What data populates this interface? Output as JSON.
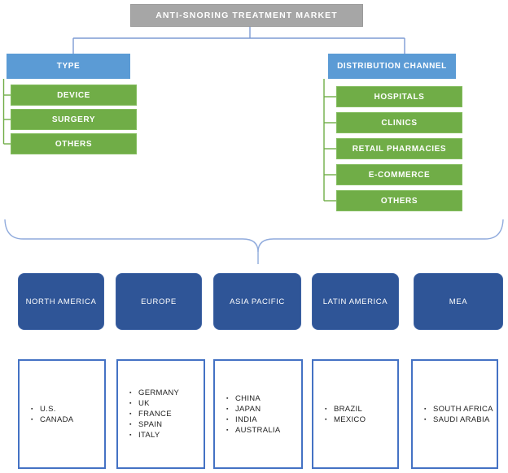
{
  "diagram": {
    "title": "ANTI-SNORING TREATMENT MARKET",
    "segments": [
      {
        "label": "TYPE",
        "items": [
          "DEVICE",
          "SURGERY",
          "OTHERS"
        ]
      },
      {
        "label": "DISTRIBUTION CHANNEL",
        "items": [
          "HOSPITALS",
          "CLINICS",
          "RETAIL PHARMACIES",
          "E-COMMERCE",
          "OTHERS"
        ]
      }
    ],
    "regions": [
      {
        "label": "NORTH AMERICA",
        "countries": [
          "U.S.",
          "CANADA"
        ]
      },
      {
        "label": "EUROPE",
        "countries": [
          "GERMANY",
          "UK",
          "FRANCE",
          "SPAIN",
          "ITALY"
        ]
      },
      {
        "label": "ASIA PACIFIC",
        "countries": [
          "CHINA",
          "JAPAN",
          "INDIA",
          "AUSTRALIA"
        ]
      },
      {
        "label": "LATIN AMERICA",
        "countries": [
          "BRAZIL",
          "MEXICO"
        ]
      },
      {
        "label": "MEA",
        "countries": [
          "SOUTH AFRICA",
          "SAUDI ARABIA"
        ]
      }
    ],
    "colors": {
      "title_bg": "#A6A6A6",
      "segment_bg": "#5B9BD5",
      "item_bg": "#70AD47",
      "region_bg": "#2F5597",
      "country_border": "#4472C4",
      "connector_blue": "#7D9BD4",
      "brace_blue": "#8FAADC",
      "bracket_green": "#70AD47"
    }
  }
}
